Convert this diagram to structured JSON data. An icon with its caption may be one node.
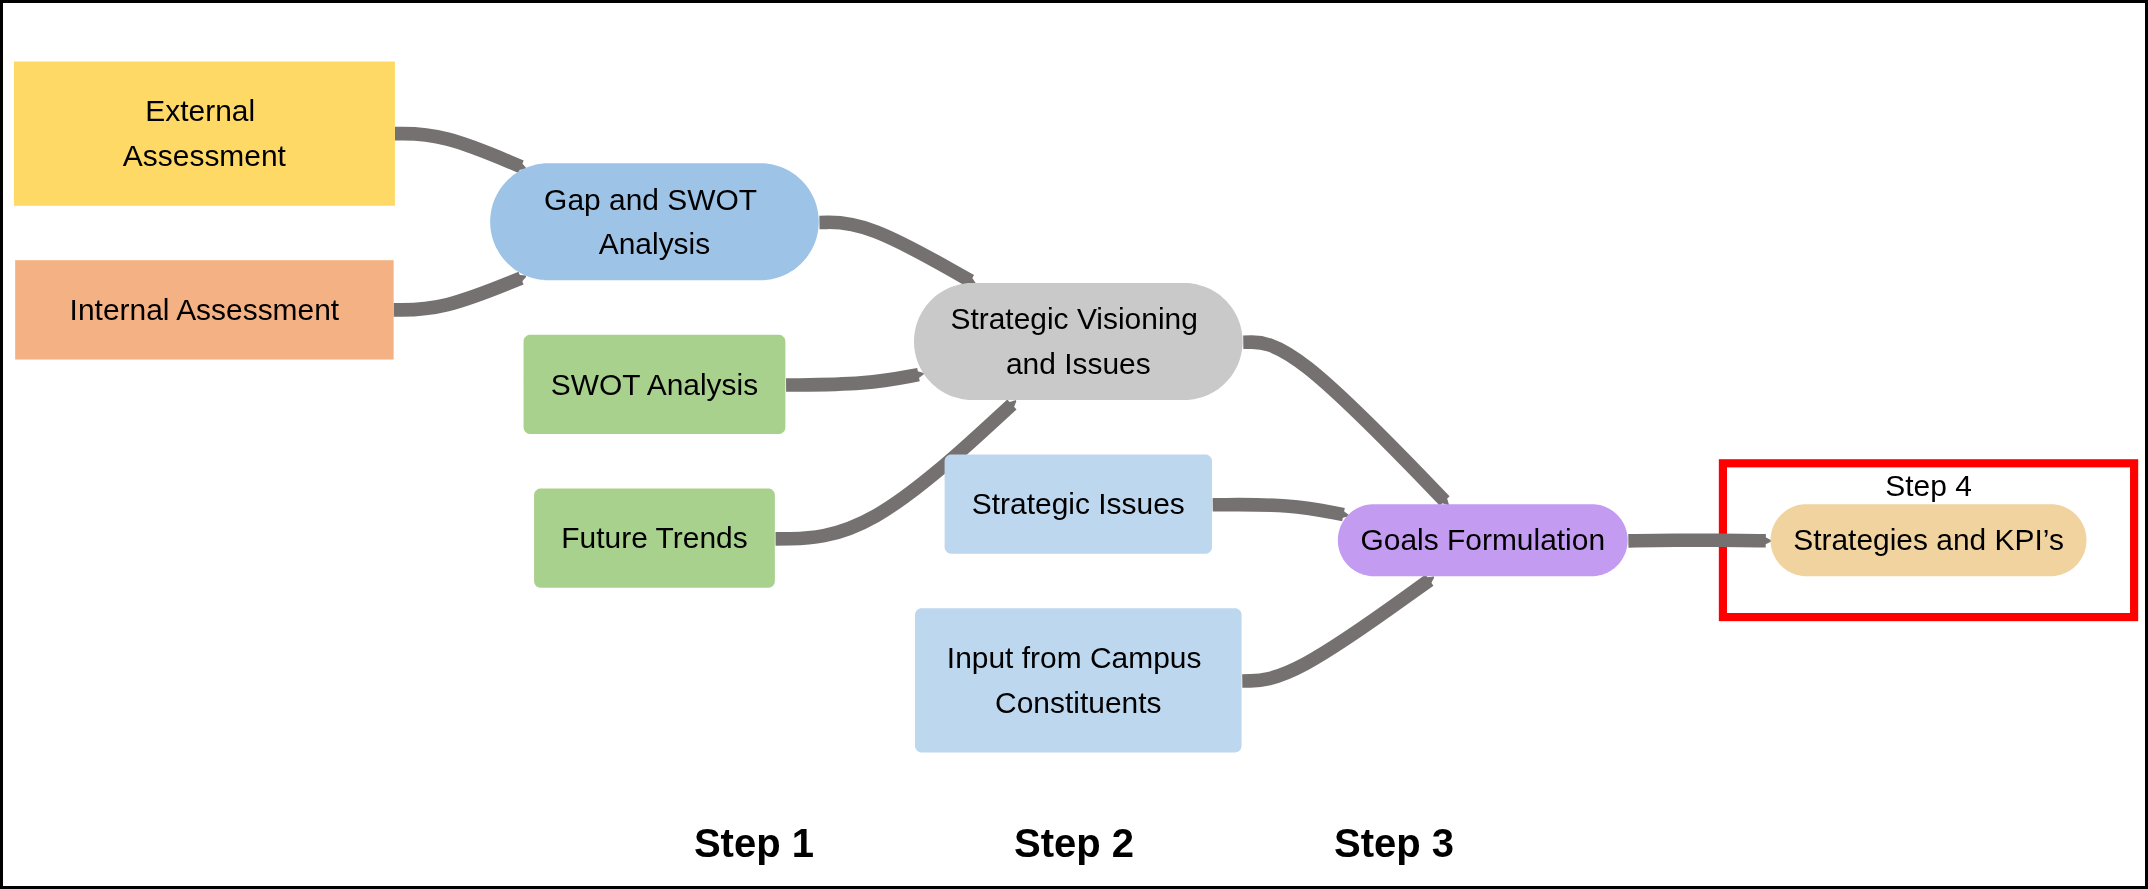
{
  "diagram": {
    "nodes": [
      {
        "text": [
          "External Assessment"
        ]
      },
      {
        "text": [
          "Gap and SWOT Analysis"
        ]
      },
      {
        "text": [
          "Internal Assessment"
        ]
      },
      {
        "text": [
          "SWOT Analysis"
        ]
      },
      {
        "text": [
          "Strategic Visioning and Issues"
        ]
      },
      {
        "text": [
          "Future Trends"
        ]
      },
      {
        "text": [
          "Strategic Issues"
        ]
      },
      {
        "text": [
          "Goals Formulation"
        ]
      },
      {
        "text": [
          "Input from Campus Constituents"
        ]
      },
      {
        "text": [
          "Step 4"
        ]
      },
      {
        "text": [
          "Strategies and KPI’s"
        ],
        "in": 9
      }
    ],
    "edges": [
      {
        "from": 0,
        "to": 1,
        "arrow": "to"
      },
      {
        "from": 2,
        "to": 1,
        "arrow": "to"
      },
      {
        "from": 1,
        "to": 4,
        "arrow": "to"
      },
      {
        "from": 3,
        "to": 4,
        "arrow": "to"
      },
      {
        "from": 5,
        "to": 4,
        "arrow": "to"
      },
      {
        "from": 4,
        "to": 7,
        "arrow": "to"
      },
      {
        "from": 6,
        "to": 7,
        "arrow": "to"
      },
      {
        "from": 8,
        "to": 7,
        "arrow": "to"
      },
      {
        "from": 7,
        "to": 10,
        "arrow": "to"
      }
    ],
    "labels": [
      "Step 1",
      "Step 2",
      "Step 3"
    ]
  }
}
